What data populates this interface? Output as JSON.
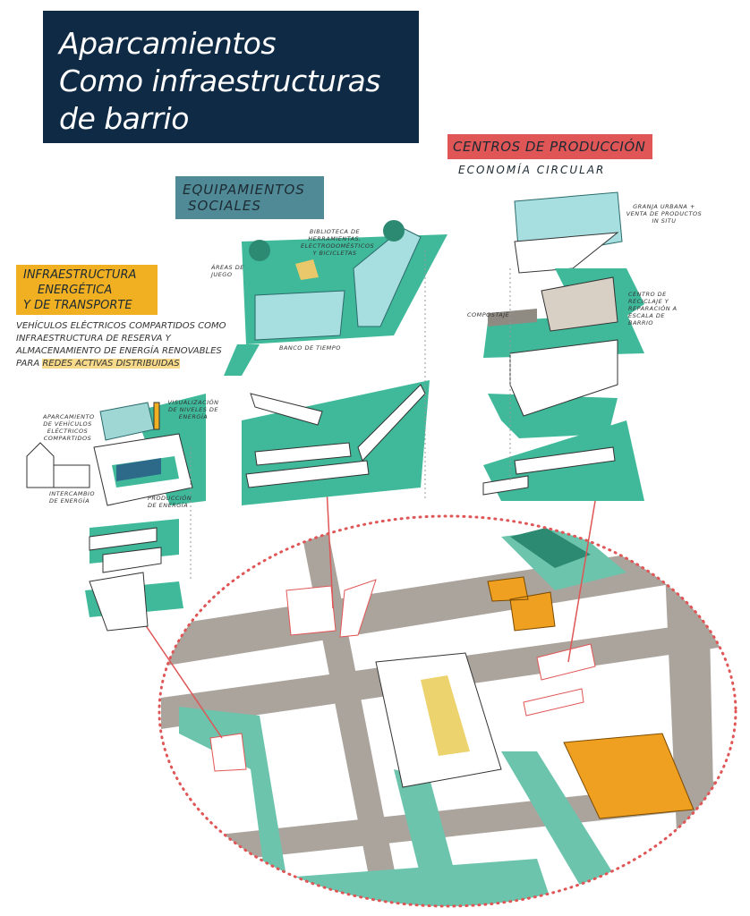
{
  "title": {
    "lines": [
      "Aparcamientos",
      "Como infraestructuras",
      "de barrio"
    ]
  },
  "social": {
    "tag_lines": [
      "Equipamientos",
      "sociales"
    ],
    "labels": {
      "play": "Áreas de juego",
      "library": "Biblioteca de herramientas, electrodomésticos y bicicletas",
      "timebank": "Banco de tiempo"
    }
  },
  "production": {
    "tag": "Centros de producción",
    "subtitle": "Economía circular",
    "labels": {
      "farm": "Granja urbana + venta de productos in situ",
      "compost": "Compostaje",
      "recycle": "Centro de reciclaje y reparación a escala de barrio"
    }
  },
  "energy": {
    "tag_lines": [
      "Infraestructura",
      "energética",
      "y de transporte"
    ],
    "description": "Vehículos eléctricos compartidos como infraestructura de reserva y almacenamiento de energía renovables para",
    "highlight": "redes activas distribuidas",
    "labels": {
      "display": "Visualización de niveles de energía",
      "parking": "Aparcamiento de vehículos eléctricos compartidos",
      "exchange": "Intercambio de energía",
      "production": "Producción de energía"
    }
  },
  "colors": {
    "navy": "#0f2a45",
    "teal_tag": "#4f8a96",
    "red": "#e05555",
    "orange": "#f0b021",
    "green": "#3fb99a",
    "path": "#6cc4ad",
    "road": "#aaa49d",
    "building": "#f0a020"
  }
}
